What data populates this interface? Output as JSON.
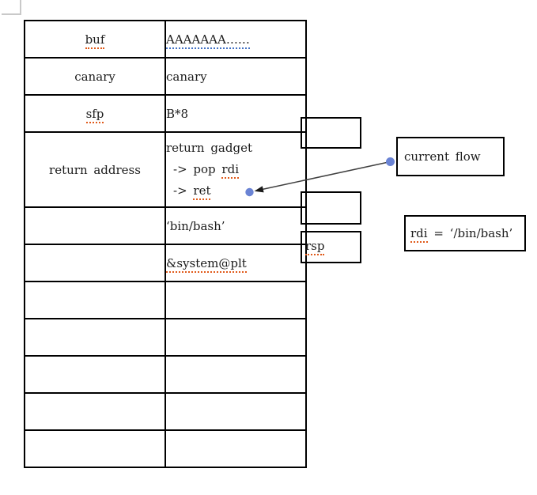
{
  "colors": {
    "border": "#000000",
    "text": "#1c1c1c",
    "dot_blue": "#6a83d4",
    "arrow_line": "#404040",
    "arrowhead": "#1a1a1a",
    "spellcheck_red": "#e05a1a",
    "grammar_blue": "#4472c4",
    "corner_mark": "#c9c9c9"
  },
  "table": {
    "rows": [
      {
        "label": "buf",
        "value": "AAAAAAA……"
      },
      {
        "label": "canary",
        "value": "canary"
      },
      {
        "label": "sfp",
        "value": "B*8"
      },
      {
        "label": "return address",
        "lines": [
          {
            "text": "return gadget"
          },
          {
            "prefix": "-> pop ",
            "word": "rdi"
          },
          {
            "prefix": "-> ",
            "word": "ret"
          }
        ]
      },
      {
        "label": "",
        "value": "‘bin/bash’"
      },
      {
        "label": "",
        "value": "&system@plt"
      },
      {
        "label": "",
        "value": ""
      },
      {
        "label": "",
        "value": ""
      },
      {
        "label": "",
        "value": ""
      },
      {
        "label": "",
        "value": ""
      },
      {
        "label": "",
        "value": ""
      }
    ]
  },
  "side_boxes": {
    "top_label": "",
    "middle_label": "",
    "rsp_label": "rsp"
  },
  "annotations": {
    "current_flow": {
      "label": "current flow"
    },
    "rdi_note": {
      "word": "rdi",
      "rest": " = ‘/bin/bash’"
    }
  },
  "spellcheck_marks": {
    "red_underlined_words": [
      "buf",
      "sfp",
      "rdi",
      "ret",
      "&system@plt",
      "rsp",
      "rdi"
    ],
    "blue_underlined_text": [
      "AAAAAAA……"
    ]
  }
}
